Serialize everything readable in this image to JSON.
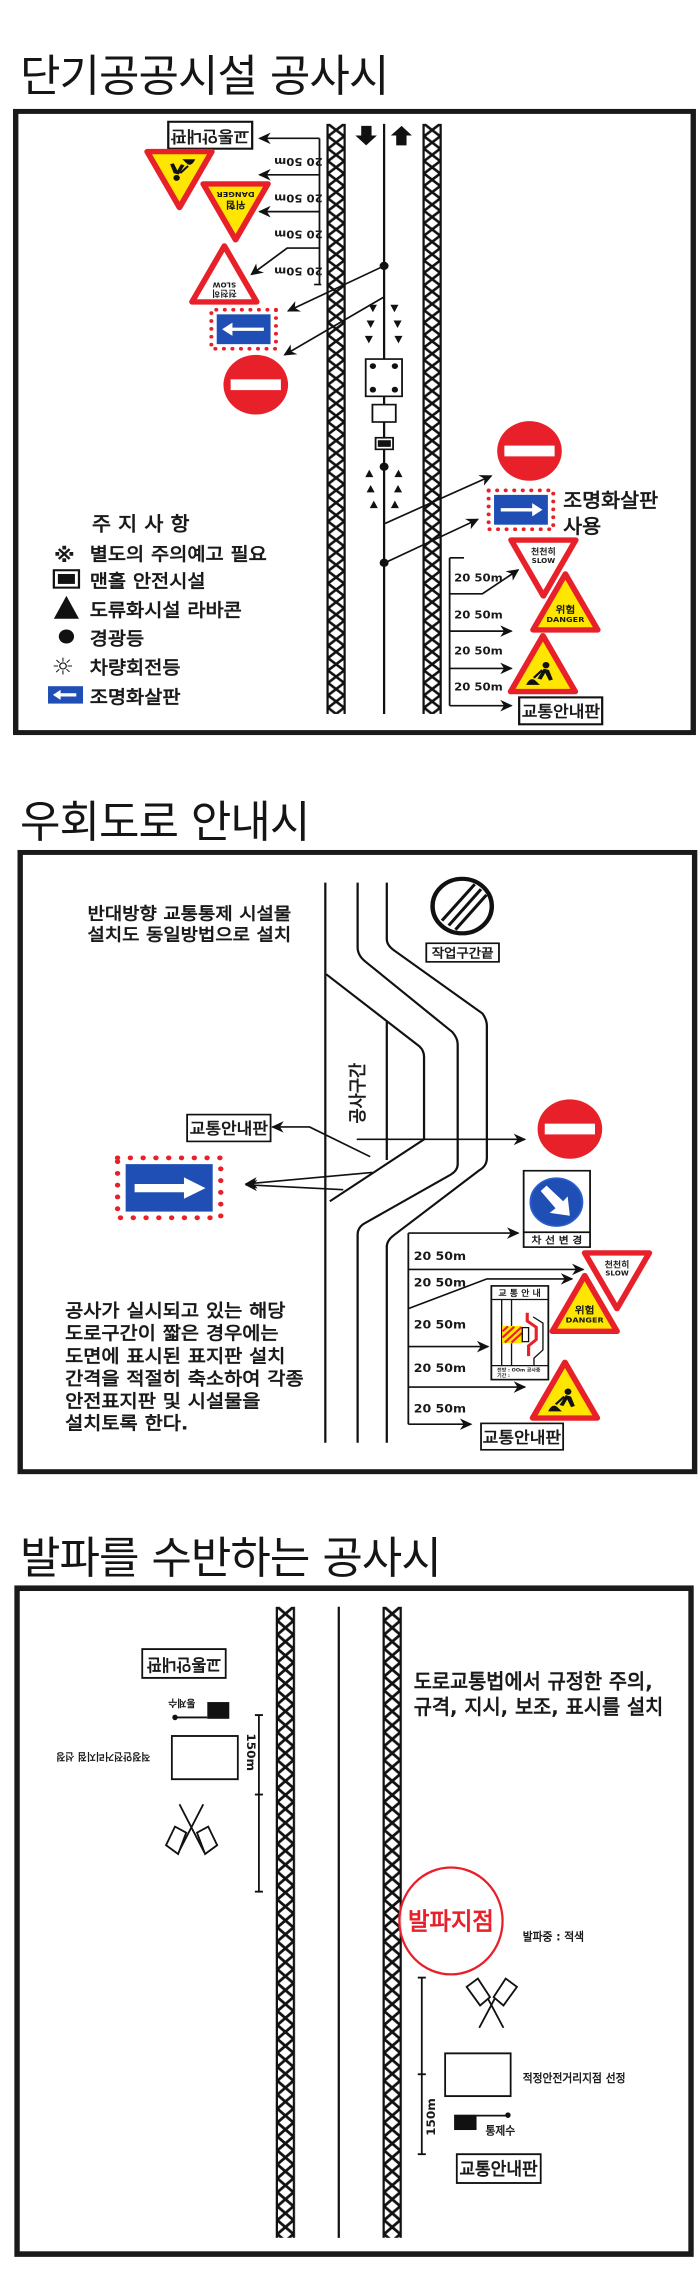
{
  "section1": {
    "title": "단기공공시설 공사시",
    "top_guide_sign": "교통안내판",
    "left_distances": [
      "20 50m",
      "20 50m",
      "20 50m",
      "20 50m"
    ],
    "right_distances": [
      "20 50m",
      "20 50m",
      "20 50m",
      "20 50m"
    ],
    "slow_sign": {
      "ko": "천천히",
      "en": "SLOW"
    },
    "danger_sign": {
      "ko": "위험",
      "en": "DANGER"
    },
    "arrow_board_note": [
      "조명화살판",
      "사용"
    ],
    "bottom_guide_sign": "교통안내판",
    "legend": {
      "title": "주 지 사 항",
      "reference_mark": "※",
      "sun_glyph": "☼",
      "items": [
        {
          "icon": "reference-mark",
          "label": "별도의 주의예고 필요"
        },
        {
          "icon": "manhole-box",
          "label": "맨홀 안전시설"
        },
        {
          "icon": "triangle-cone",
          "label": "도류화시설 라바콘"
        },
        {
          "icon": "warning-light-dot",
          "label": "경광등"
        },
        {
          "icon": "rotating-light",
          "label": "차량회전등"
        },
        {
          "icon": "arrow-board",
          "label": "조명화살판"
        }
      ]
    }
  },
  "section2": {
    "title": "우회도로 안내시",
    "note_top": [
      "반대방향 교통통제 시설물",
      "설치도 동일방법으로 설치"
    ],
    "work_zone_label": "공사구간",
    "end_sign_label": "작업구간끝",
    "guide_sign_left": "교통안내판",
    "lane_change_label": "차 선 변 경",
    "distances": [
      "20 50m",
      "20 50m",
      "20 50m",
      "20 50m",
      "20 50m"
    ],
    "slow_sign": {
      "ko": "천천히",
      "en": "SLOW"
    },
    "danger_sign": {
      "ko": "위험",
      "en": "DANGER"
    },
    "guide_board": {
      "header": "교 통 안 내",
      "line1": "전방 : OOm 공사중",
      "line2": "기간 :"
    },
    "guide_sign_bottom": "교통안내판",
    "note_bottom": [
      "공사가 실시되고 있는 해당",
      "도로구간이 짧은 경우에는",
      "도면에 표시된 표지판 설치",
      "간격을 적절히 축소하여 각종",
      "안전표지판 및 시설물을",
      "설치토록 한다."
    ]
  },
  "section3": {
    "title": "발파를 수반하는 공사시",
    "guide_sign_left": "교통안내판",
    "flagger_left": "통제수",
    "safe_point_left": "적정안전거리지점 선정",
    "distance_left": "150m",
    "note": [
      "도로교통법에서 규정한 주의,",
      "규격, 지시, 보조, 표시를 설치"
    ],
    "blast_point": "발파지점",
    "blast_status": "발파중 : 적색",
    "safe_point_right": "적정안전거리지점 선정",
    "distance_right": "150m",
    "flagger_right": "통제수",
    "guide_sign_right": "교통안내판"
  },
  "colors": {
    "red": "#e8202a",
    "yellow": "#ffe600",
    "blue": "#1f4fb4",
    "ink": "#1a1a1a"
  }
}
